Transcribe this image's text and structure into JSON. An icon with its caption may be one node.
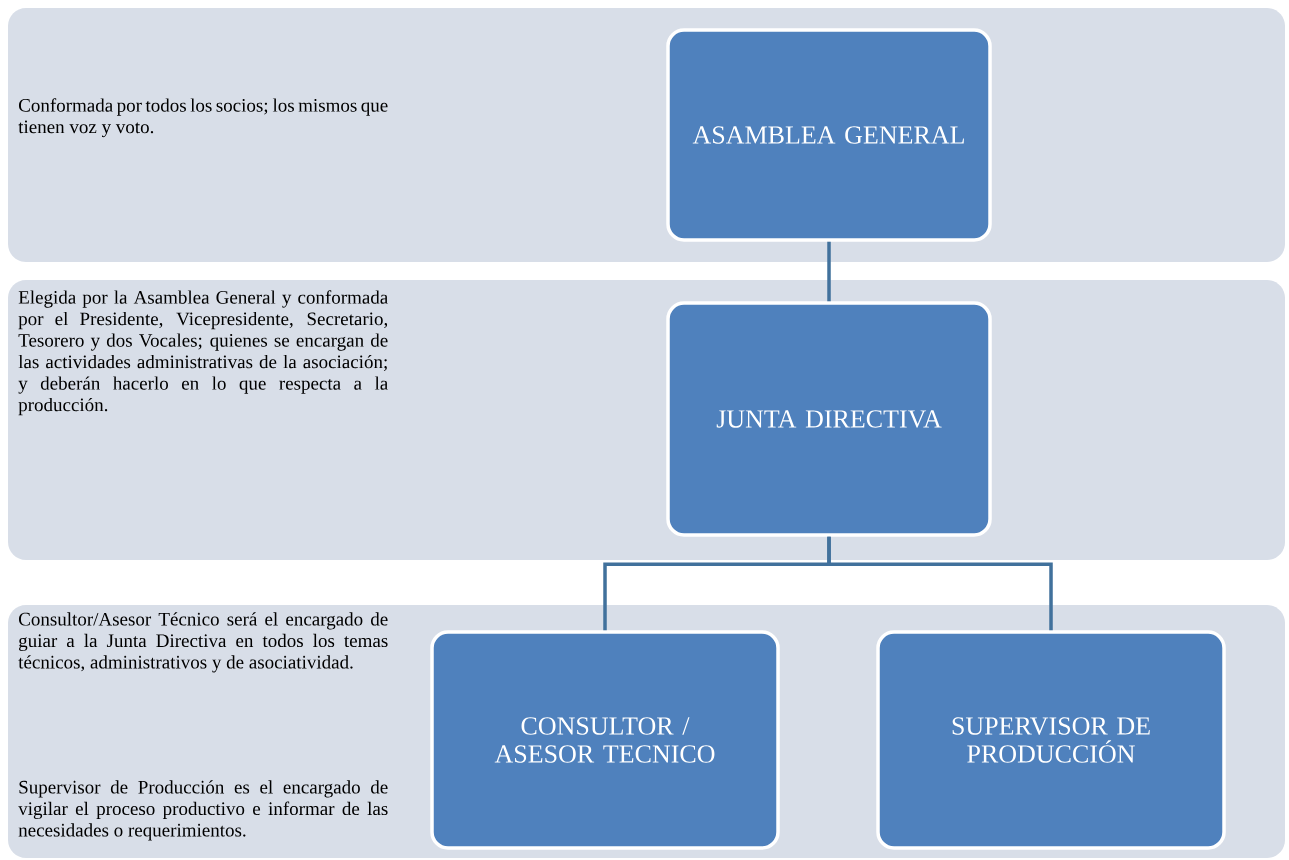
{
  "diagram": {
    "nodes": [
      {
        "text": [
          "Conformada por todos los socios; los mismos que tienen voz y voto."
        ]
      },
      {
        "text": [
          "ASAMBLEA GENERAL"
        ],
        "in": 0
      },
      {
        "text": [
          "Elegida por la Asamblea General y conformada por el Presidente, Vicepresidente, Secretario, Tesorero y dos Vocales; quienes se encargan de las actividades administrativas de la asociación; y deberán hacerlo en lo que respecta a la producción."
        ]
      },
      {
        "text": [
          "JUNTA DIRECTIVA"
        ],
        "in": 2
      },
      {
        "text": [
          "Consultor/Asesor Técnico será el encargado de guiar a la Junta Directiva en todos los temas técnicos, administrativos y de asociatividad.",
          "Supervisor de Producción es el encargado de vigilar el proceso productivo e informar de las necesidades o requerimientos."
        ]
      },
      {
        "text": [
          "CONSULTOR / ASESOR TECNICO"
        ],
        "in": 4
      },
      {
        "text": [
          "SUPERVISOR DE PRODUCCIÓN"
        ],
        "in": 4
      }
    ],
    "edges": [
      {
        "from": 1,
        "to": 3,
        "arrow": "none"
      },
      {
        "from": 3,
        "to": 5,
        "arrow": "none"
      },
      {
        "from": 3,
        "to": 6,
        "arrow": "none"
      }
    ]
  }
}
